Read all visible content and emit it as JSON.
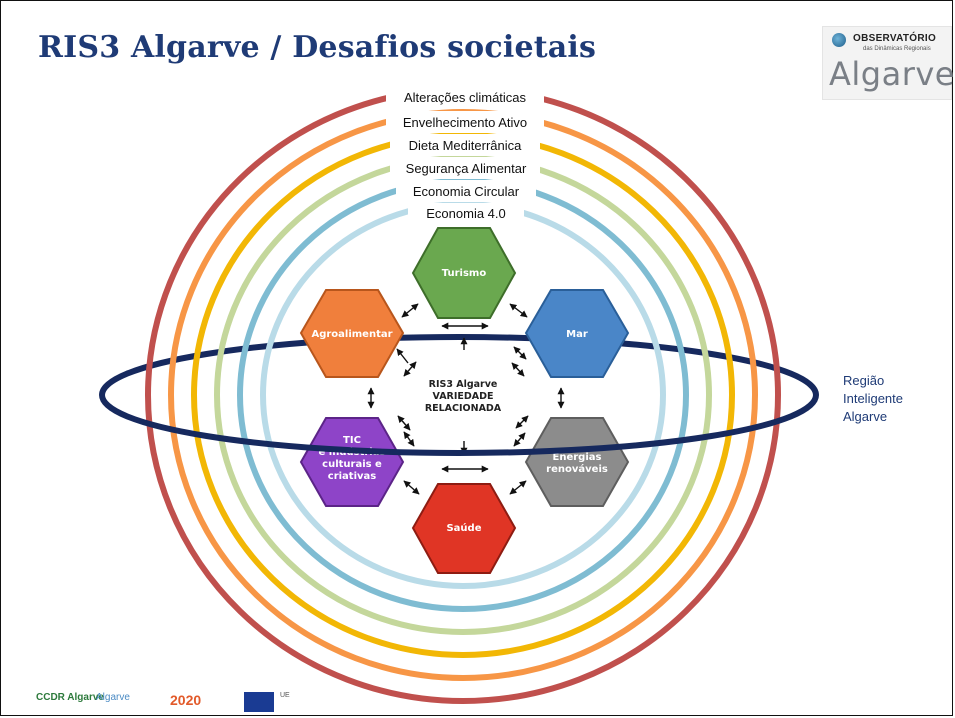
{
  "slide": {
    "title": "RIS3 Algarve / Desafios societais"
  },
  "logo": {
    "line1": "OBSERVATÓRIO",
    "line2": "das Dinâmicas Regionais",
    "line3": "Algarve"
  },
  "rings": [
    {
      "label": "Alterações climáticas",
      "color": "#c0504d"
    },
    {
      "label": "Envelhecimento Ativo",
      "color": "#f79646"
    },
    {
      "label": "Dieta Mediterrânica",
      "color": "#f2b705"
    },
    {
      "label": "Segurança Alimentar",
      "color": "#c4d79b"
    },
    {
      "label": "Economia Circular",
      "color": "#7fbcd2"
    },
    {
      "label": "Economia 4.0",
      "color": "#b9dbe8"
    }
  ],
  "hexagons": [
    {
      "name": "turismo",
      "label_lines": [
        "Turismo"
      ],
      "color": "#6aa84f"
    },
    {
      "name": "mar",
      "label_lines": [
        "Mar"
      ],
      "color": "#4a86c8"
    },
    {
      "name": "energias",
      "label_lines": [
        "Energias",
        "renováveis"
      ],
      "color": "#8c8c8c"
    },
    {
      "name": "saude",
      "label_lines": [
        "Saúde"
      ],
      "color": "#e03525"
    },
    {
      "name": "tic",
      "label_lines": [
        "TIC",
        "e indústrias",
        "culturais e",
        "criativas"
      ],
      "color": "#8e44c8"
    },
    {
      "name": "agroalimentar",
      "label_lines": [
        "Agroalimentar"
      ],
      "color": "#f07f3c"
    }
  ],
  "center": {
    "lines": [
      "RIS3 Algarve",
      "VARIEDADE",
      "RELACIONADA"
    ]
  },
  "orbit": {
    "lines": [
      "Região",
      "Inteligente",
      "Algarve"
    ],
    "color": "#16295e"
  },
  "footer": {
    "logos": [
      "CCDR Algarve",
      "Algarve",
      "2020",
      "UE"
    ]
  }
}
